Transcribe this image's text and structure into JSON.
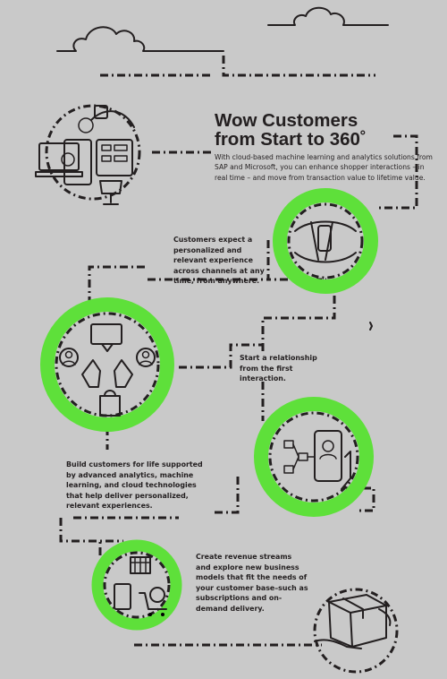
{
  "header": {
    "title_line1": "Wow Customers",
    "title_line2": "from Start to 360˚",
    "intro": "With cloud-based machine learning and analytics solutions from SAP and Microsoft, you can enhance shopper interactions – in real time – and move from transaction value to lifetime value."
  },
  "steps": [
    {
      "text": "Customers expect a personalized and relevant experience across channels at any time, from anywhere."
    },
    {
      "text": "Start a relationship from the first interaction."
    },
    {
      "text": "Build customers for life supported by advanced analytics, machine learning, and cloud technologies that help deliver personalized, relevant experiences."
    },
    {
      "text": "Create revenue streams and explore new business models that fit the needs of your customer base–such as subscriptions and on-demand delivery."
    }
  ],
  "colors": {
    "background": "#c9c9c9",
    "accent_green": "#5ee03a",
    "ink": "#231f20"
  },
  "icons": [
    "cloud-icon",
    "omnichannel-devices-icon",
    "handshake-icon",
    "customer-relationship-icon",
    "mobile-analytics-icon",
    "commerce-icon",
    "delivery-box-icon"
  ]
}
